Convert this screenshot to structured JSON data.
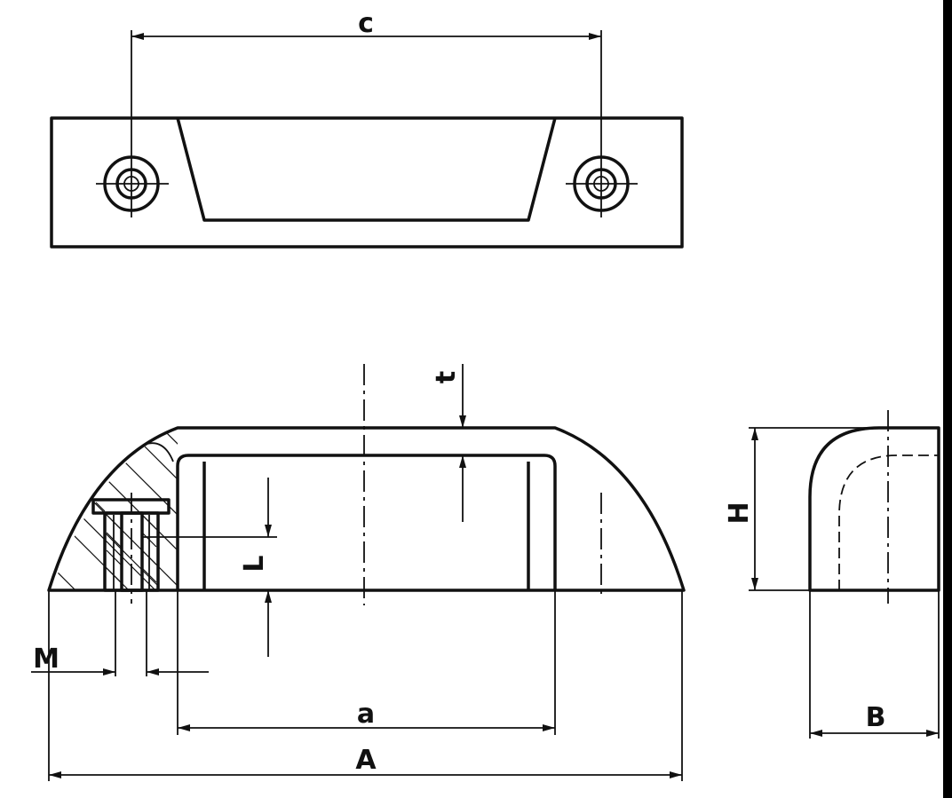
{
  "dimensions": {
    "c": "c",
    "t": "t",
    "H": "H",
    "L": "L",
    "M": "M",
    "a": "a",
    "A": "A",
    "B": "B"
  }
}
